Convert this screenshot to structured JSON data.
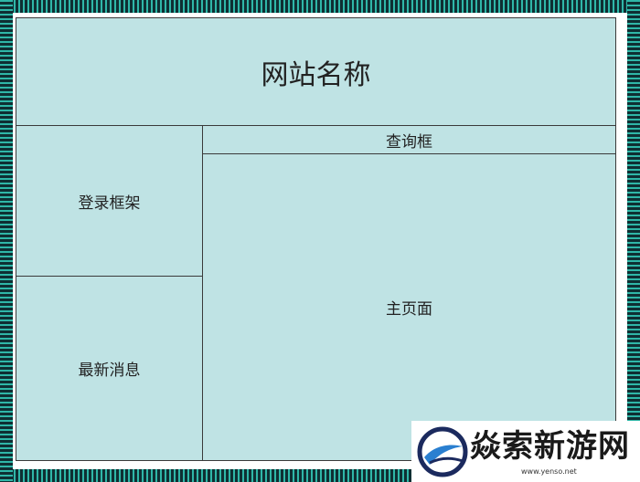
{
  "diagram": {
    "header": "网站名称",
    "login": "登录框架",
    "news": "最新消息",
    "search": "查询框",
    "main": "主页面"
  },
  "watermark": {
    "brand": "焱索新游网",
    "url": "www.yenso.net"
  },
  "colors": {
    "panel": "#bfe3e4",
    "border": "#3a3a3a",
    "frame": "#2fb7a8"
  }
}
